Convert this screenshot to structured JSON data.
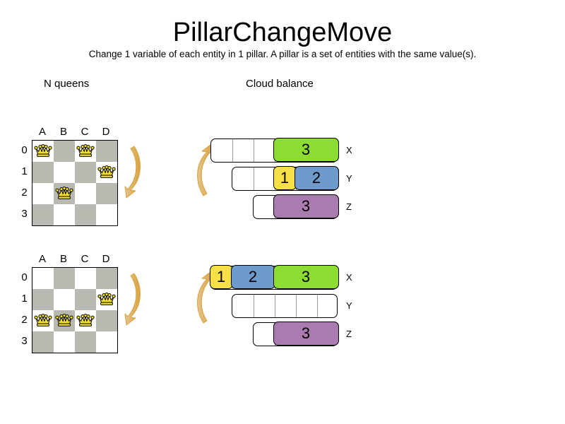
{
  "header": {
    "title": "PillarChangeMove",
    "subtitle": "Change 1 variable of each entity in 1 pillar. A pillar is a set of entities with the same value(s)."
  },
  "sections": {
    "nqueens_title": "N queens",
    "cloud_title": "Cloud balance"
  },
  "colors": {
    "green": "#8CDC32",
    "yellow": "#F7DF48",
    "blue": "#6E9BCB",
    "purple": "#AA7BAE",
    "dark_cell": "#B9B9B1",
    "light_cell": "#FFFFFF",
    "arrow": "#D9A441",
    "arrow_light": "#E3C38C",
    "queen_gold": "#F2DE24",
    "outline": "#000000"
  },
  "nqueens": {
    "column_labels": [
      "A",
      "B",
      "C",
      "D"
    ],
    "row_labels": [
      "0",
      "1",
      "2",
      "3"
    ],
    "boards": [
      {
        "name": "before",
        "queens": [
          {
            "col": 0,
            "row": 0
          },
          {
            "col": 2,
            "row": 0
          },
          {
            "col": 3,
            "row": 1
          },
          {
            "col": 1,
            "row": 2
          }
        ]
      },
      {
        "name": "after",
        "queens": [
          {
            "col": 3,
            "row": 1
          },
          {
            "col": 0,
            "row": 2
          },
          {
            "col": 1,
            "row": 2
          },
          {
            "col": 2,
            "row": 2
          }
        ]
      }
    ]
  },
  "cloud_balance": {
    "unit_width": 30,
    "states": [
      {
        "name": "before",
        "bars": [
          {
            "label": "X",
            "offset": 0,
            "capacity": 6,
            "segments": [
              {
                "value": "3",
                "size": 3,
                "color": "#8CDC32"
              }
            ]
          },
          {
            "label": "Y",
            "offset": 1,
            "capacity": 5,
            "segments": [
              {
                "value": "1",
                "size": 1,
                "color": "#F7DF48"
              },
              {
                "value": "2",
                "size": 2,
                "color": "#6E9BCB"
              }
            ]
          },
          {
            "label": "Z",
            "offset": 2,
            "capacity": 4,
            "segments": [
              {
                "value": "3",
                "size": 3,
                "color": "#AA7BAE"
              }
            ]
          }
        ]
      },
      {
        "name": "after",
        "bars": [
          {
            "label": "X",
            "offset": 0,
            "capacity": 6,
            "segments": [
              {
                "value": "1",
                "size": 1,
                "color": "#F7DF48"
              },
              {
                "value": "2",
                "size": 2,
                "color": "#6E9BCB"
              },
              {
                "value": "3",
                "size": 3,
                "color": "#8CDC32"
              }
            ]
          },
          {
            "label": "Y",
            "offset": 1,
            "capacity": 5,
            "segments": []
          },
          {
            "label": "Z",
            "offset": 2,
            "capacity": 4,
            "segments": [
              {
                "value": "3",
                "size": 3,
                "color": "#AA7BAE"
              }
            ]
          }
        ]
      }
    ]
  },
  "arrows": [
    {
      "name": "arrow-board-top",
      "direction": "down"
    },
    {
      "name": "arrow-board-bottom",
      "direction": "down"
    },
    {
      "name": "arrow-cloud-top",
      "direction": "up"
    },
    {
      "name": "arrow-cloud-bottom",
      "direction": "up"
    }
  ]
}
